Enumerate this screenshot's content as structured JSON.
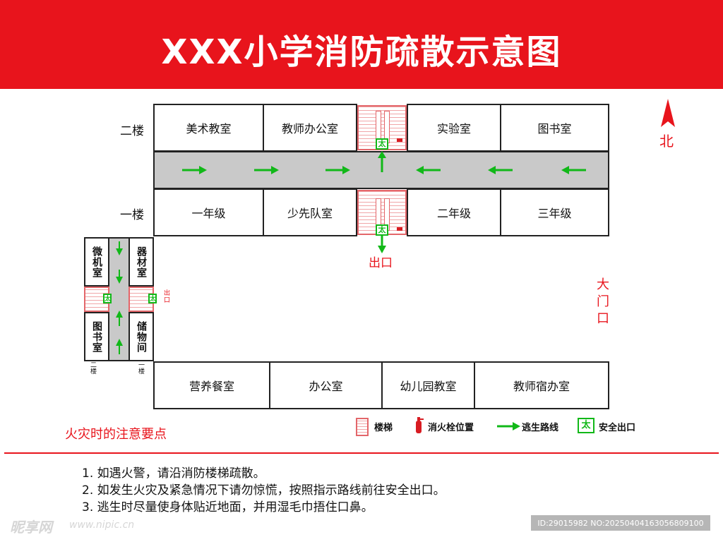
{
  "title": "XXX小学消防疏散示意图",
  "compass": {
    "label": "北"
  },
  "floors": {
    "second": "二楼",
    "first": "一楼"
  },
  "second_floor_rooms": [
    "美术教室",
    "教师办公室",
    "实验室",
    "图书室"
  ],
  "first_floor_rooms": [
    "一年级",
    "少先队室",
    "二年级",
    "三年级"
  ],
  "west_wing": {
    "rooms_left": [
      "微机室",
      "图书室"
    ],
    "rooms_right": [
      "器材室",
      "储物间"
    ],
    "exit_label": "出口",
    "floor_marks": [
      "二楼",
      "一楼"
    ]
  },
  "south_rooms": [
    "营养餐室",
    "办公室",
    "幼儿园教室",
    "教师宿办室"
  ],
  "exit_label": "出口",
  "gate_label": "大门口",
  "notes_heading": "火灾时的注意要点",
  "legend": {
    "stairs": "楼梯",
    "hydrant": "消火栓位置",
    "escape_route": "逃生路线",
    "safe_exit": "安全出口"
  },
  "notes": [
    "1. 如遇火警，请沿消防楼梯疏散。",
    "2. 如发生火灾及紧急情况下请勿惊慌，按照指示路线前往安全出口。",
    "3. 逃生时尽量使身体贴近地面，并用湿毛巾捂住口鼻。"
  ],
  "watermark": {
    "brand": "昵享网",
    "url": "www.nipic.cn",
    "id_text": "ID:29015982 NO:20250404163056809100"
  },
  "colors": {
    "banner": "#e8141c",
    "route": "#11b818",
    "corridor": "#c9c9c9"
  }
}
